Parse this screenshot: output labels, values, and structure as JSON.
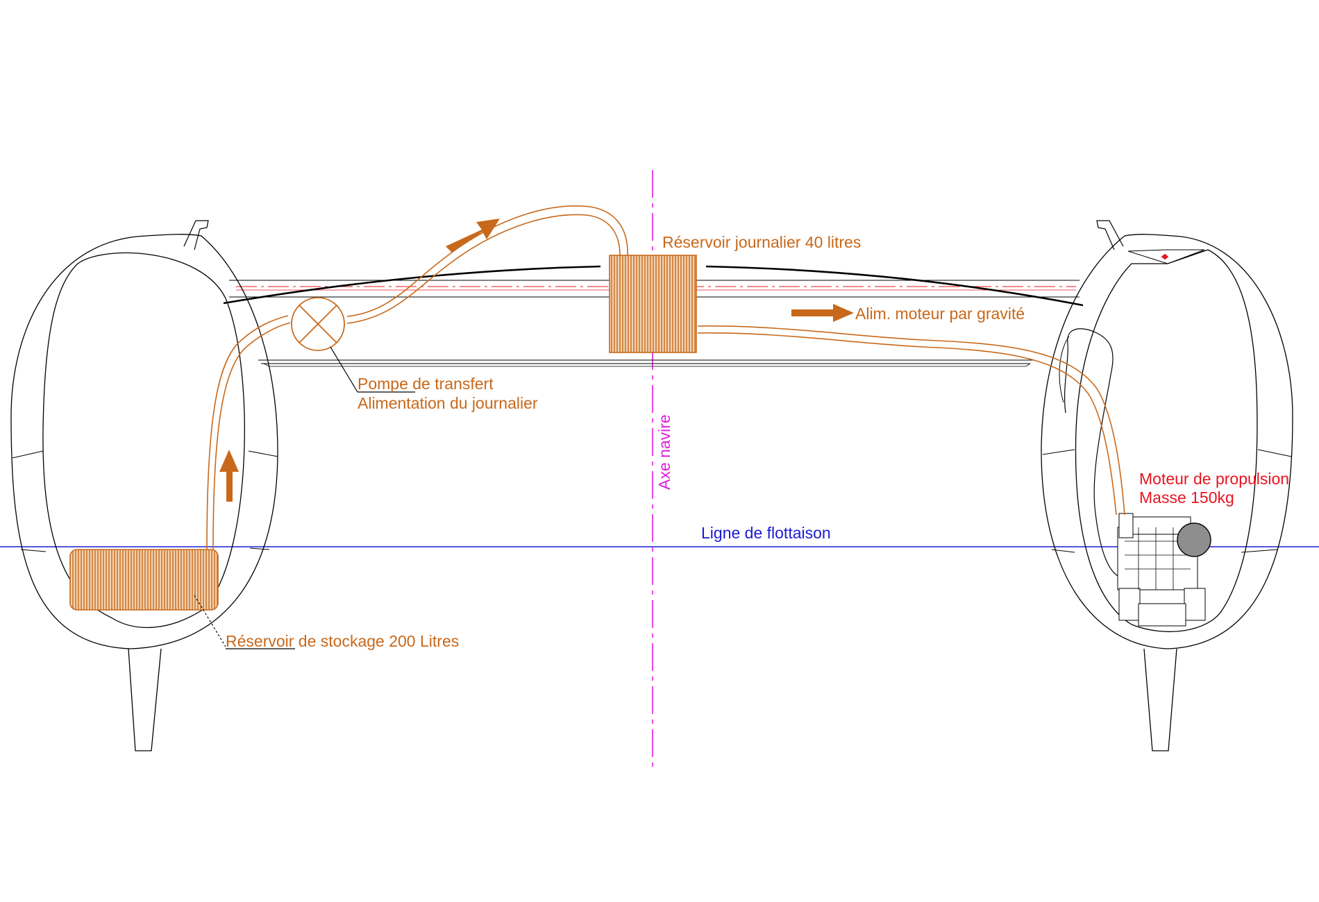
{
  "labels": {
    "reservoir_journalier": "Réservoir journalier 40 litres",
    "alim_moteur": "Alim. moteur par gravité",
    "pompe_line1": "Pompe de transfert",
    "pompe_line2": "Alimentation du journalier",
    "axe_navire": "Axe navire",
    "moteur_line1": "Moteur de propulsion",
    "moteur_line2": "Masse 150kg",
    "ligne_flottaison": "Ligne de flottaison",
    "reservoir_stockage": "Réservoir de stockage 200 Litres"
  },
  "colors": {
    "fuel": "#c8681a",
    "engine_label": "#e8141e",
    "waterline": "#1a1ad6",
    "centerline": "#e11be1",
    "structure": "#000000"
  }
}
